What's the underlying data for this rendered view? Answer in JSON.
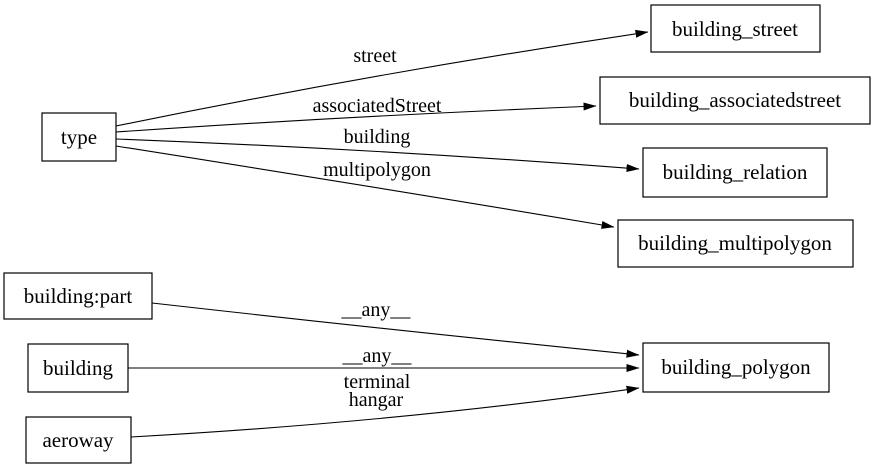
{
  "graph": {
    "type": "directed-graph",
    "colors": {
      "background": "#ffffff",
      "stroke": "#000000",
      "text": "#000000",
      "node_fill": "#ffffff"
    },
    "nodes": [
      {
        "id": "type",
        "label": "type"
      },
      {
        "id": "building_street",
        "label": "building_street"
      },
      {
        "id": "building_associatedstreet",
        "label": "building_associatedstreet"
      },
      {
        "id": "building_relation",
        "label": "building_relation"
      },
      {
        "id": "building_multipolygon",
        "label": "building_multipolygon"
      },
      {
        "id": "building:part",
        "label": "building:part"
      },
      {
        "id": "building",
        "label": "building"
      },
      {
        "id": "aeroway",
        "label": "aeroway"
      },
      {
        "id": "building_polygon",
        "label": "building_polygon"
      }
    ],
    "edges": [
      {
        "from": "type",
        "to": "building_street",
        "label": "street"
      },
      {
        "from": "type",
        "to": "building_associatedstreet",
        "label": "associatedStreet"
      },
      {
        "from": "type",
        "to": "building_relation",
        "label": "building"
      },
      {
        "from": "type",
        "to": "building_multipolygon",
        "label": "multipolygon"
      },
      {
        "from": "building:part",
        "to": "building_polygon",
        "label": "__any__"
      },
      {
        "from": "building",
        "to": "building_polygon",
        "label": "__any__"
      },
      {
        "from": "aeroway",
        "to": "building_polygon",
        "label": "terminal",
        "label2": "hangar"
      }
    ]
  }
}
